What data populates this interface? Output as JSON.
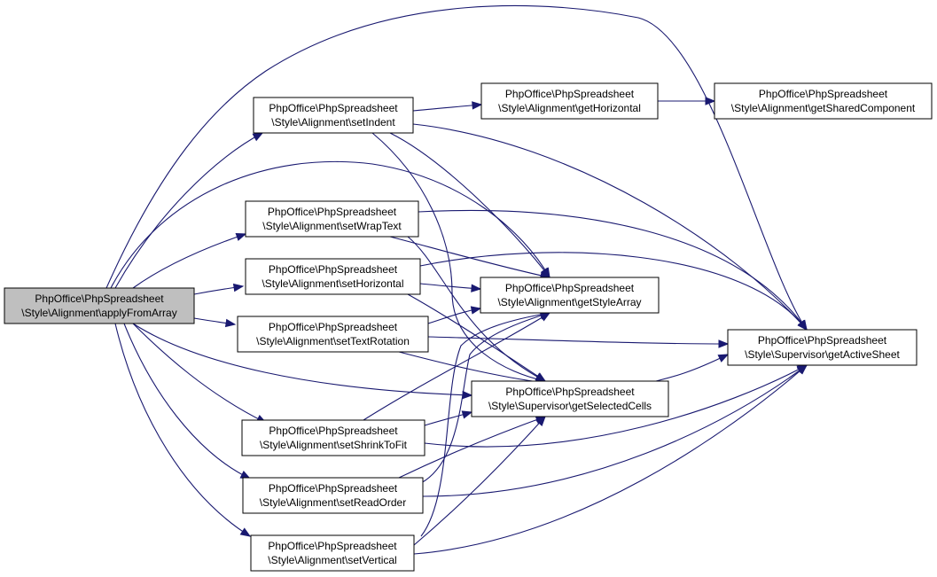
{
  "colors": {
    "edge": "#191970",
    "node_border": "#000000",
    "root_fill": "#bfbfbf",
    "node_fill": "#ffffff",
    "background": "#ffffff"
  },
  "nodes": {
    "applyFromArray": {
      "line1": "PhpOffice\\PhpSpreadsheet",
      "line2": "\\Style\\Alignment\\applyFromArray"
    },
    "setIndent": {
      "line1": "PhpOffice\\PhpSpreadsheet",
      "line2": "\\Style\\Alignment\\setIndent"
    },
    "setWrapText": {
      "line1": "PhpOffice\\PhpSpreadsheet",
      "line2": "\\Style\\Alignment\\setWrapText"
    },
    "setHorizontal": {
      "line1": "PhpOffice\\PhpSpreadsheet",
      "line2": "\\Style\\Alignment\\setHorizontal"
    },
    "setTextRotation": {
      "line1": "PhpOffice\\PhpSpreadsheet",
      "line2": "\\Style\\Alignment\\setTextRotation"
    },
    "setShrinkToFit": {
      "line1": "PhpOffice\\PhpSpreadsheet",
      "line2": "\\Style\\Alignment\\setShrinkToFit"
    },
    "setReadOrder": {
      "line1": "PhpOffice\\PhpSpreadsheet",
      "line2": "\\Style\\Alignment\\setReadOrder"
    },
    "setVertical": {
      "line1": "PhpOffice\\PhpSpreadsheet",
      "line2": "\\Style\\Alignment\\setVertical"
    },
    "getHorizontal": {
      "line1": "PhpOffice\\PhpSpreadsheet",
      "line2": "\\Style\\Alignment\\getHorizontal"
    },
    "getSharedComponent": {
      "line1": "PhpOffice\\PhpSpreadsheet",
      "line2": "\\Style\\Alignment\\getSharedComponent"
    },
    "getStyleArray": {
      "line1": "PhpOffice\\PhpSpreadsheet",
      "line2": "\\Style\\Alignment\\getStyleArray"
    },
    "getSelectedCells": {
      "line1": "PhpOffice\\PhpSpreadsheet",
      "line2": "\\Style\\Supervisor\\getSelectedCells"
    },
    "getActiveSheet": {
      "line1": "PhpOffice\\PhpSpreadsheet",
      "line2": "\\Style\\Supervisor\\getActiveSheet"
    }
  },
  "edges": [
    [
      "applyFromArray",
      "setIndent"
    ],
    [
      "applyFromArray",
      "setWrapText"
    ],
    [
      "applyFromArray",
      "setHorizontal"
    ],
    [
      "applyFromArray",
      "setTextRotation"
    ],
    [
      "applyFromArray",
      "setShrinkToFit"
    ],
    [
      "applyFromArray",
      "setReadOrder"
    ],
    [
      "applyFromArray",
      "setVertical"
    ],
    [
      "applyFromArray",
      "getActiveSheet"
    ],
    [
      "applyFromArray",
      "getStyleArray"
    ],
    [
      "applyFromArray",
      "getSelectedCells"
    ],
    [
      "setIndent",
      "getHorizontal"
    ],
    [
      "setIndent",
      "getActiveSheet"
    ],
    [
      "setIndent",
      "getStyleArray"
    ],
    [
      "setIndent",
      "getSelectedCells"
    ],
    [
      "getHorizontal",
      "getSharedComponent"
    ],
    [
      "setWrapText",
      "getActiveSheet"
    ],
    [
      "setWrapText",
      "getStyleArray"
    ],
    [
      "setWrapText",
      "getSelectedCells"
    ],
    [
      "setHorizontal",
      "getActiveSheet"
    ],
    [
      "setHorizontal",
      "getStyleArray"
    ],
    [
      "setHorizontal",
      "getSelectedCells"
    ],
    [
      "setTextRotation",
      "getActiveSheet"
    ],
    [
      "setTextRotation",
      "getStyleArray"
    ],
    [
      "setTextRotation",
      "getSelectedCells"
    ],
    [
      "setShrinkToFit",
      "getStyleArray"
    ],
    [
      "setShrinkToFit",
      "getSelectedCells"
    ],
    [
      "setShrinkToFit",
      "getActiveSheet"
    ],
    [
      "setReadOrder",
      "getStyleArray"
    ],
    [
      "setReadOrder",
      "getSelectedCells"
    ],
    [
      "setReadOrder",
      "getActiveSheet"
    ],
    [
      "setVertical",
      "getStyleArray"
    ],
    [
      "setVertical",
      "getSelectedCells"
    ],
    [
      "setVertical",
      "getActiveSheet"
    ],
    [
      "getSelectedCells",
      "getActiveSheet"
    ]
  ]
}
